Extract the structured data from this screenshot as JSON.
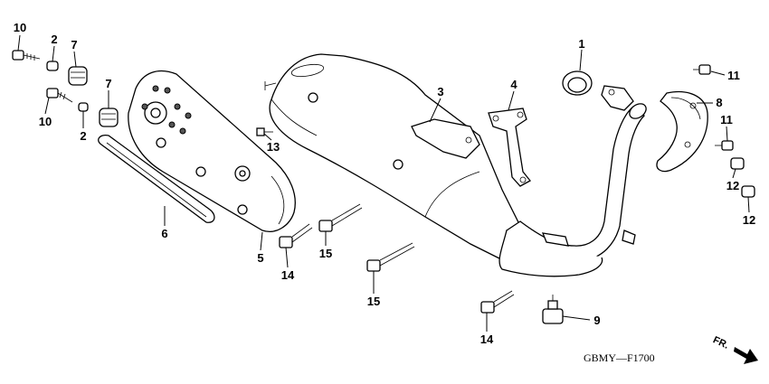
{
  "diagram_code": "GBMY—F1700",
  "direction_label": "FR.",
  "callouts": [
    {
      "id": "1",
      "text": "1"
    },
    {
      "id": "2a",
      "text": "2"
    },
    {
      "id": "2b",
      "text": "2"
    },
    {
      "id": "3",
      "text": "3"
    },
    {
      "id": "4",
      "text": "4"
    },
    {
      "id": "5",
      "text": "5"
    },
    {
      "id": "6",
      "text": "6"
    },
    {
      "id": "7a",
      "text": "7"
    },
    {
      "id": "7b",
      "text": "7"
    },
    {
      "id": "8",
      "text": "8"
    },
    {
      "id": "9",
      "text": "9"
    },
    {
      "id": "10a",
      "text": "10"
    },
    {
      "id": "10b",
      "text": "10"
    },
    {
      "id": "11a",
      "text": "11"
    },
    {
      "id": "11b",
      "text": "11"
    },
    {
      "id": "12a",
      "text": "12"
    },
    {
      "id": "12b",
      "text": "12"
    },
    {
      "id": "13",
      "text": "13"
    },
    {
      "id": "14a",
      "text": "14"
    },
    {
      "id": "14b",
      "text": "14"
    },
    {
      "id": "15a",
      "text": "15"
    },
    {
      "id": "15b",
      "text": "15"
    }
  ]
}
